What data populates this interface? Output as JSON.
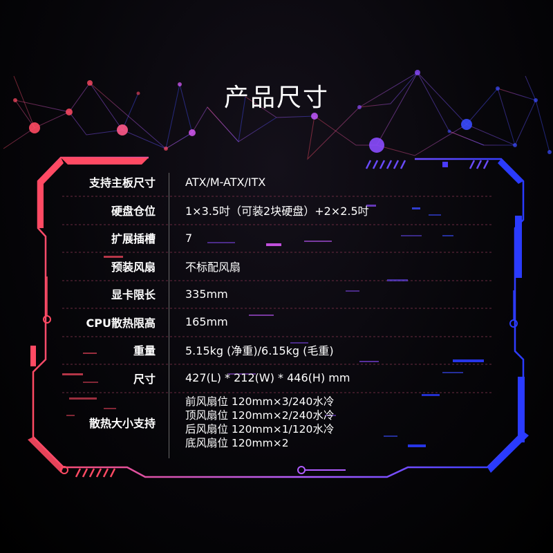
{
  "page_title": "产品尺寸",
  "colors": {
    "accent_left": "#ff4a63",
    "accent_right": "#2a3bff",
    "accent_mid": "#c258ff",
    "text": "#ffffff"
  },
  "specs": [
    {
      "label": "支持主板尺寸",
      "value": "ATX/M-ATX/ITX"
    },
    {
      "label": "硬盘仓位",
      "value": "1×3.5吋（可装2块硬盘）+2×2.5吋"
    },
    {
      "label": "扩展插槽",
      "value": "7"
    },
    {
      "label": "预装风扇",
      "value": "不标配风扇"
    },
    {
      "label": "显卡限长",
      "value": "335mm"
    },
    {
      "label": "CPU散热限高",
      "value": "165mm"
    },
    {
      "label": "重量",
      "value": "5.15kg (净重)/6.15kg (毛重)"
    },
    {
      "label": "尺寸",
      "value": "427(L) * 212(W) * 446(H) mm"
    }
  ],
  "cooling": {
    "label": "散热大小支持",
    "lines": [
      "前风扇位 120mm×3/240水冷",
      "顶风扇位 120mm×2/240水冷",
      "后风扇位 120mm×1/120水冷",
      "底风扇位 120mm×2"
    ]
  }
}
